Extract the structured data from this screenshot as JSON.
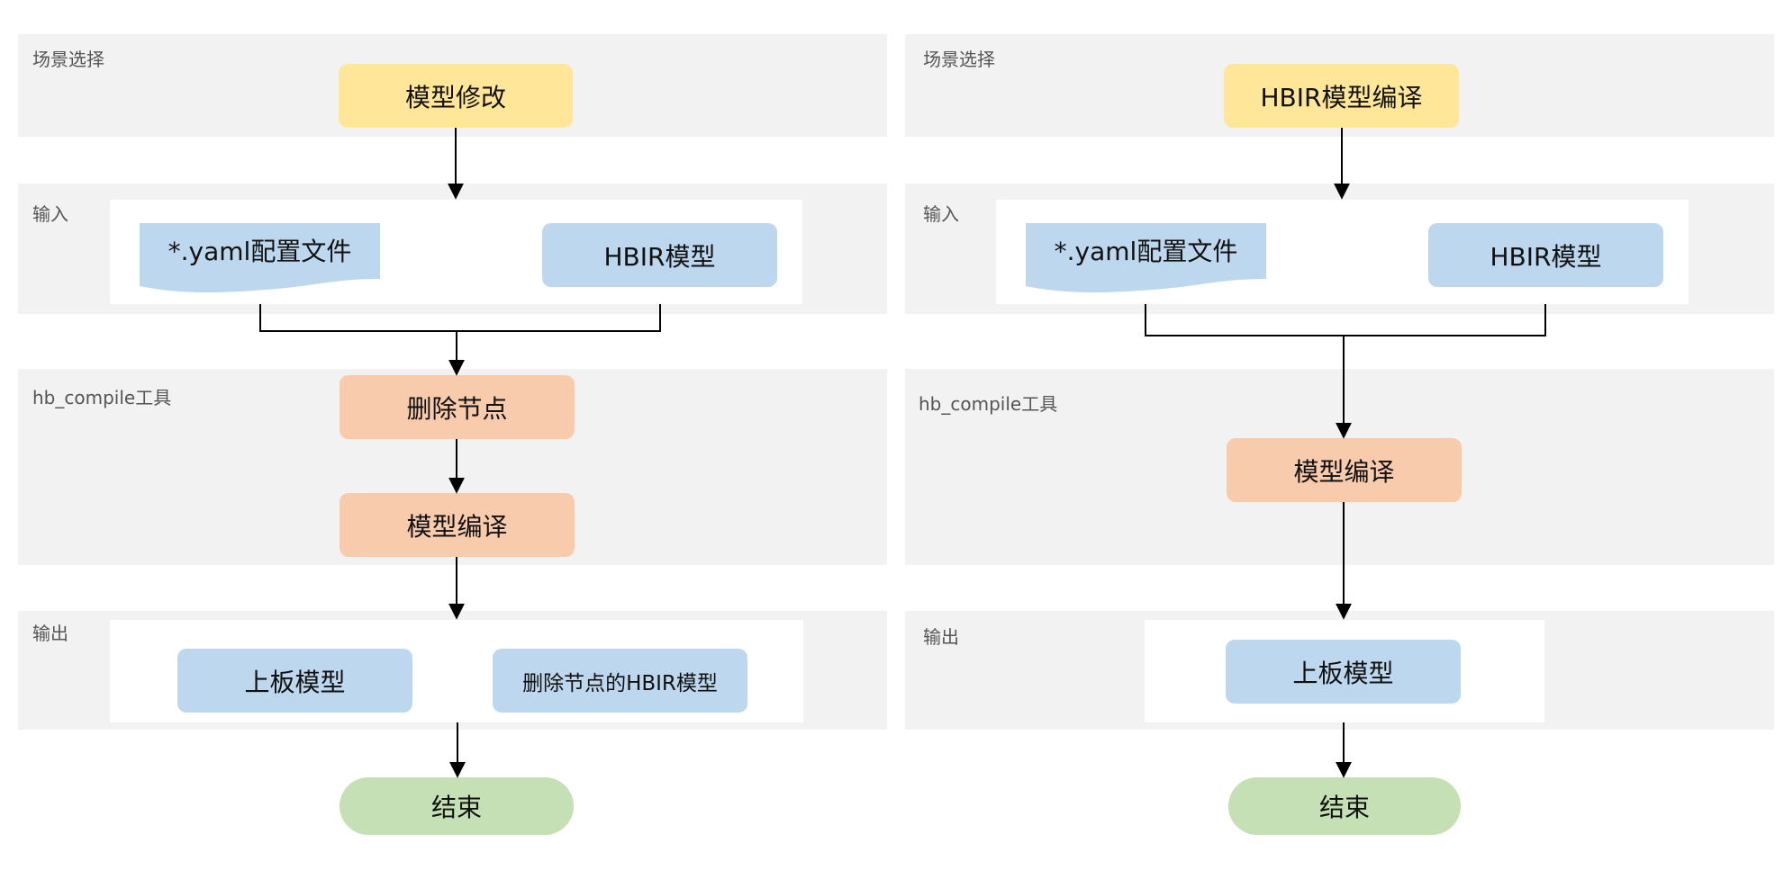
{
  "left": {
    "scene": {
      "label": "场景选择",
      "node": "模型修改"
    },
    "input": {
      "label": "输入",
      "doc": "*.yaml配置文件",
      "model": "HBIR模型"
    },
    "tool": {
      "label": "hb_compile工具",
      "step1": "删除节点",
      "step2": "模型编译"
    },
    "output": {
      "label": "输出",
      "model1": "上板模型",
      "model2": "删除节点的HBIR模型"
    },
    "end": "结束"
  },
  "right": {
    "scene": {
      "label": "场景选择",
      "node": "HBIR模型编译"
    },
    "input": {
      "label": "输入",
      "doc": "*.yaml配置文件",
      "model": "HBIR模型"
    },
    "tool": {
      "label": "hb_compile工具",
      "step1": "模型编译"
    },
    "output": {
      "label": "输出",
      "model1": "上板模型"
    },
    "end": "结束"
  },
  "colors": {
    "scene": "#ffe699",
    "io": "#bdd7ee",
    "process": "#f8cbad",
    "end": "#c5e0b4",
    "band": "#f2f2f2"
  }
}
